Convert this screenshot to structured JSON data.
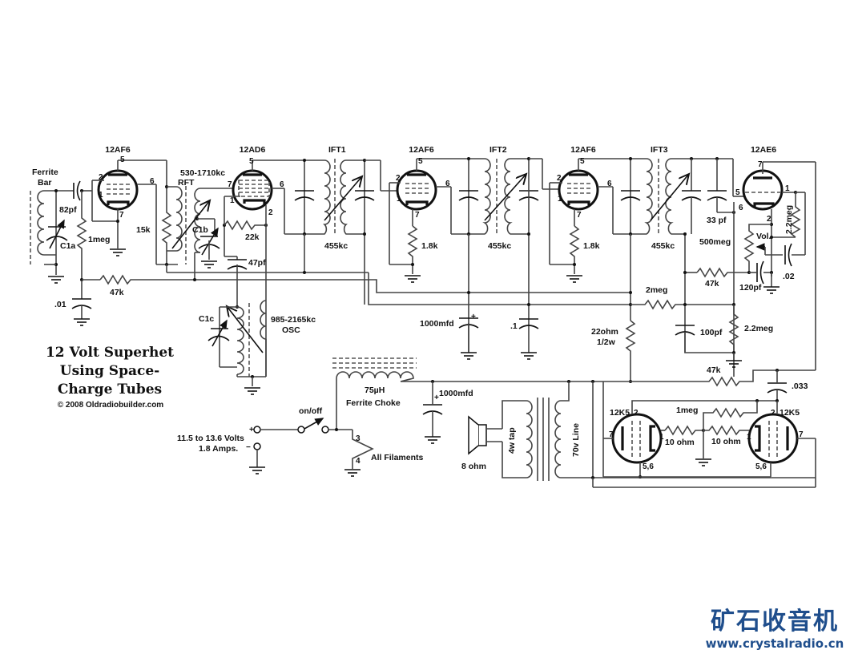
{
  "title": {
    "line1": "12 Volt Superhet",
    "line2": "Using Space-",
    "line3": "Charge Tubes",
    "copyright": "© 2008 Oldradiobuilder.com"
  },
  "watermark": {
    "chinese": "矿石收音机",
    "url": "www.crystalradio.cn",
    "color": "#1f4e8c"
  },
  "tubes": {
    "rf": {
      "type": "12AF6",
      "pins": [
        "5",
        "2",
        "1",
        "6",
        "7"
      ]
    },
    "converter": {
      "type": "12AD6",
      "pins": [
        "5",
        "7",
        "1",
        "6",
        "2"
      ]
    },
    "if1": {
      "type": "12AF6",
      "pins": [
        "5",
        "2",
        "1",
        "6",
        "7"
      ]
    },
    "if2": {
      "type": "12AF6",
      "pins": [
        "5",
        "2",
        "1",
        "6",
        "7"
      ]
    },
    "detector": {
      "type": "12AE6",
      "pins": [
        "7",
        "5",
        "6",
        "1",
        "2"
      ]
    },
    "output_left": {
      "type": "12K5",
      "pins": [
        "2",
        "7",
        "1",
        "5,6"
      ]
    },
    "output_right": {
      "type": "12K5",
      "pins": [
        "2",
        "7",
        "1",
        "5,6"
      ]
    }
  },
  "labels": {
    "ferrite_bar_1": "Ferrite",
    "ferrite_bar_2": "Bar",
    "c_82pf": "82pf",
    "c1a": "C1a",
    "r_1meg_grid": "1meg",
    "r_15k": "15k",
    "rft_range": "530-1710kc",
    "rft": "RFT",
    "c1b": "C1b",
    "r_22k": "22k",
    "c_47pf": "47pf",
    "r_47k_agc": "47k",
    "c_01": ".01",
    "c1c": "C1c",
    "osc_range": "985-2165kc",
    "osc": "OSC",
    "ift1": "IFT1",
    "ift2": "IFT2",
    "ift3": "IFT3",
    "ift1_freq": "455kc",
    "ift2_freq": "455kc",
    "ift3_freq": "455kc",
    "r_1_8k_a": "1.8k",
    "r_1_8k_b": "1.8k",
    "c_1000mfd_a": "1000mfd",
    "c_1": ".1",
    "r_22ohm_1": "22ohm",
    "r_22ohm_2": "1/2w",
    "c_33pf": "33 pf",
    "vol_500meg": "500meg",
    "vol": "Vol.",
    "r_2_2meg_a": "2.2meg",
    "r_47k_det": "47k",
    "c_120pf": "120pf",
    "c_02": ".02",
    "r_2meg": "2meg",
    "c_100pf": "100pf",
    "r_2_2meg_b": "2.2meg",
    "r_47k_fb": "47k",
    "c_033": ".033",
    "choke_value": "75µH",
    "choke_name": "Ferrite Choke",
    "c_1000mfd_b": "1000mfd",
    "switch": "on/off",
    "supply_volts": "11.5 to 13.6 Volts",
    "supply_amps": "1.8 Amps.",
    "plus": "+",
    "minus": "−",
    "fil_pin3": "3",
    "fil_pin4": "4",
    "filaments": "All Filaments",
    "speaker": "8 ohm",
    "tap_4w": "4w tap",
    "line_70v": "70v Line",
    "r_1meg_out": "1meg",
    "r_10ohm_a": "10 ohm",
    "r_10ohm_b": "10 ohm"
  }
}
